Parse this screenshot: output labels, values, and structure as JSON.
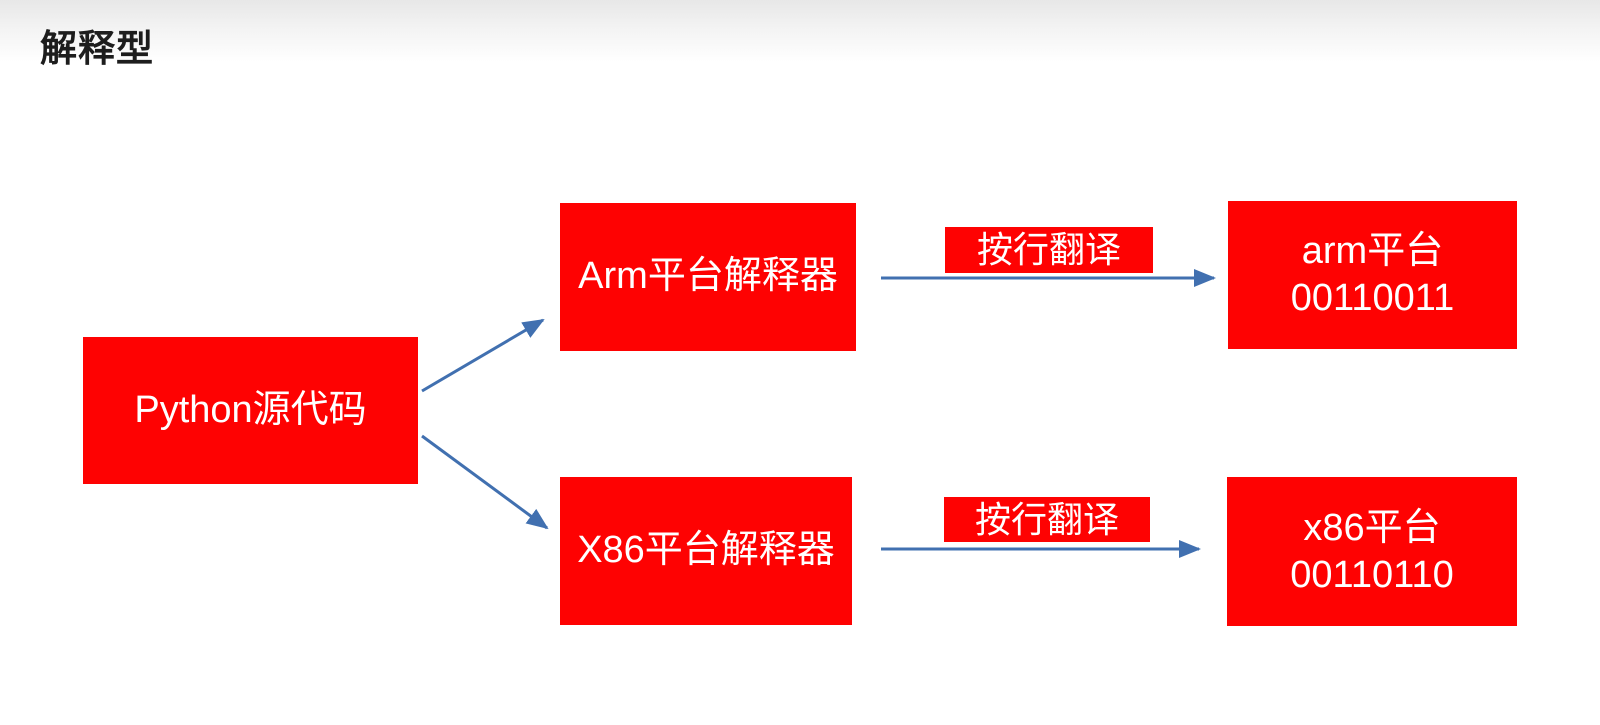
{
  "page": {
    "title": "解释型"
  },
  "diagram": {
    "source_box": {
      "label": "Python源代码"
    },
    "rows": [
      {
        "interpreter_label": "Arm平台解释器",
        "arrow_label": "按行翻译",
        "output_line1": "arm平台",
        "output_line2": "00110011"
      },
      {
        "interpreter_label": "X86平台解释器",
        "arrow_label": "按行翻译",
        "output_line1": "x86平台",
        "output_line2": "00110110"
      }
    ]
  },
  "colors": {
    "box_red": "#fe0202",
    "box_text_white": "#ffffff",
    "arrow_blue": "#4170b0",
    "title_black": "#1d1d1d",
    "background_top_gray": "#e7e7e7",
    "background_white": "#ffffff"
  }
}
